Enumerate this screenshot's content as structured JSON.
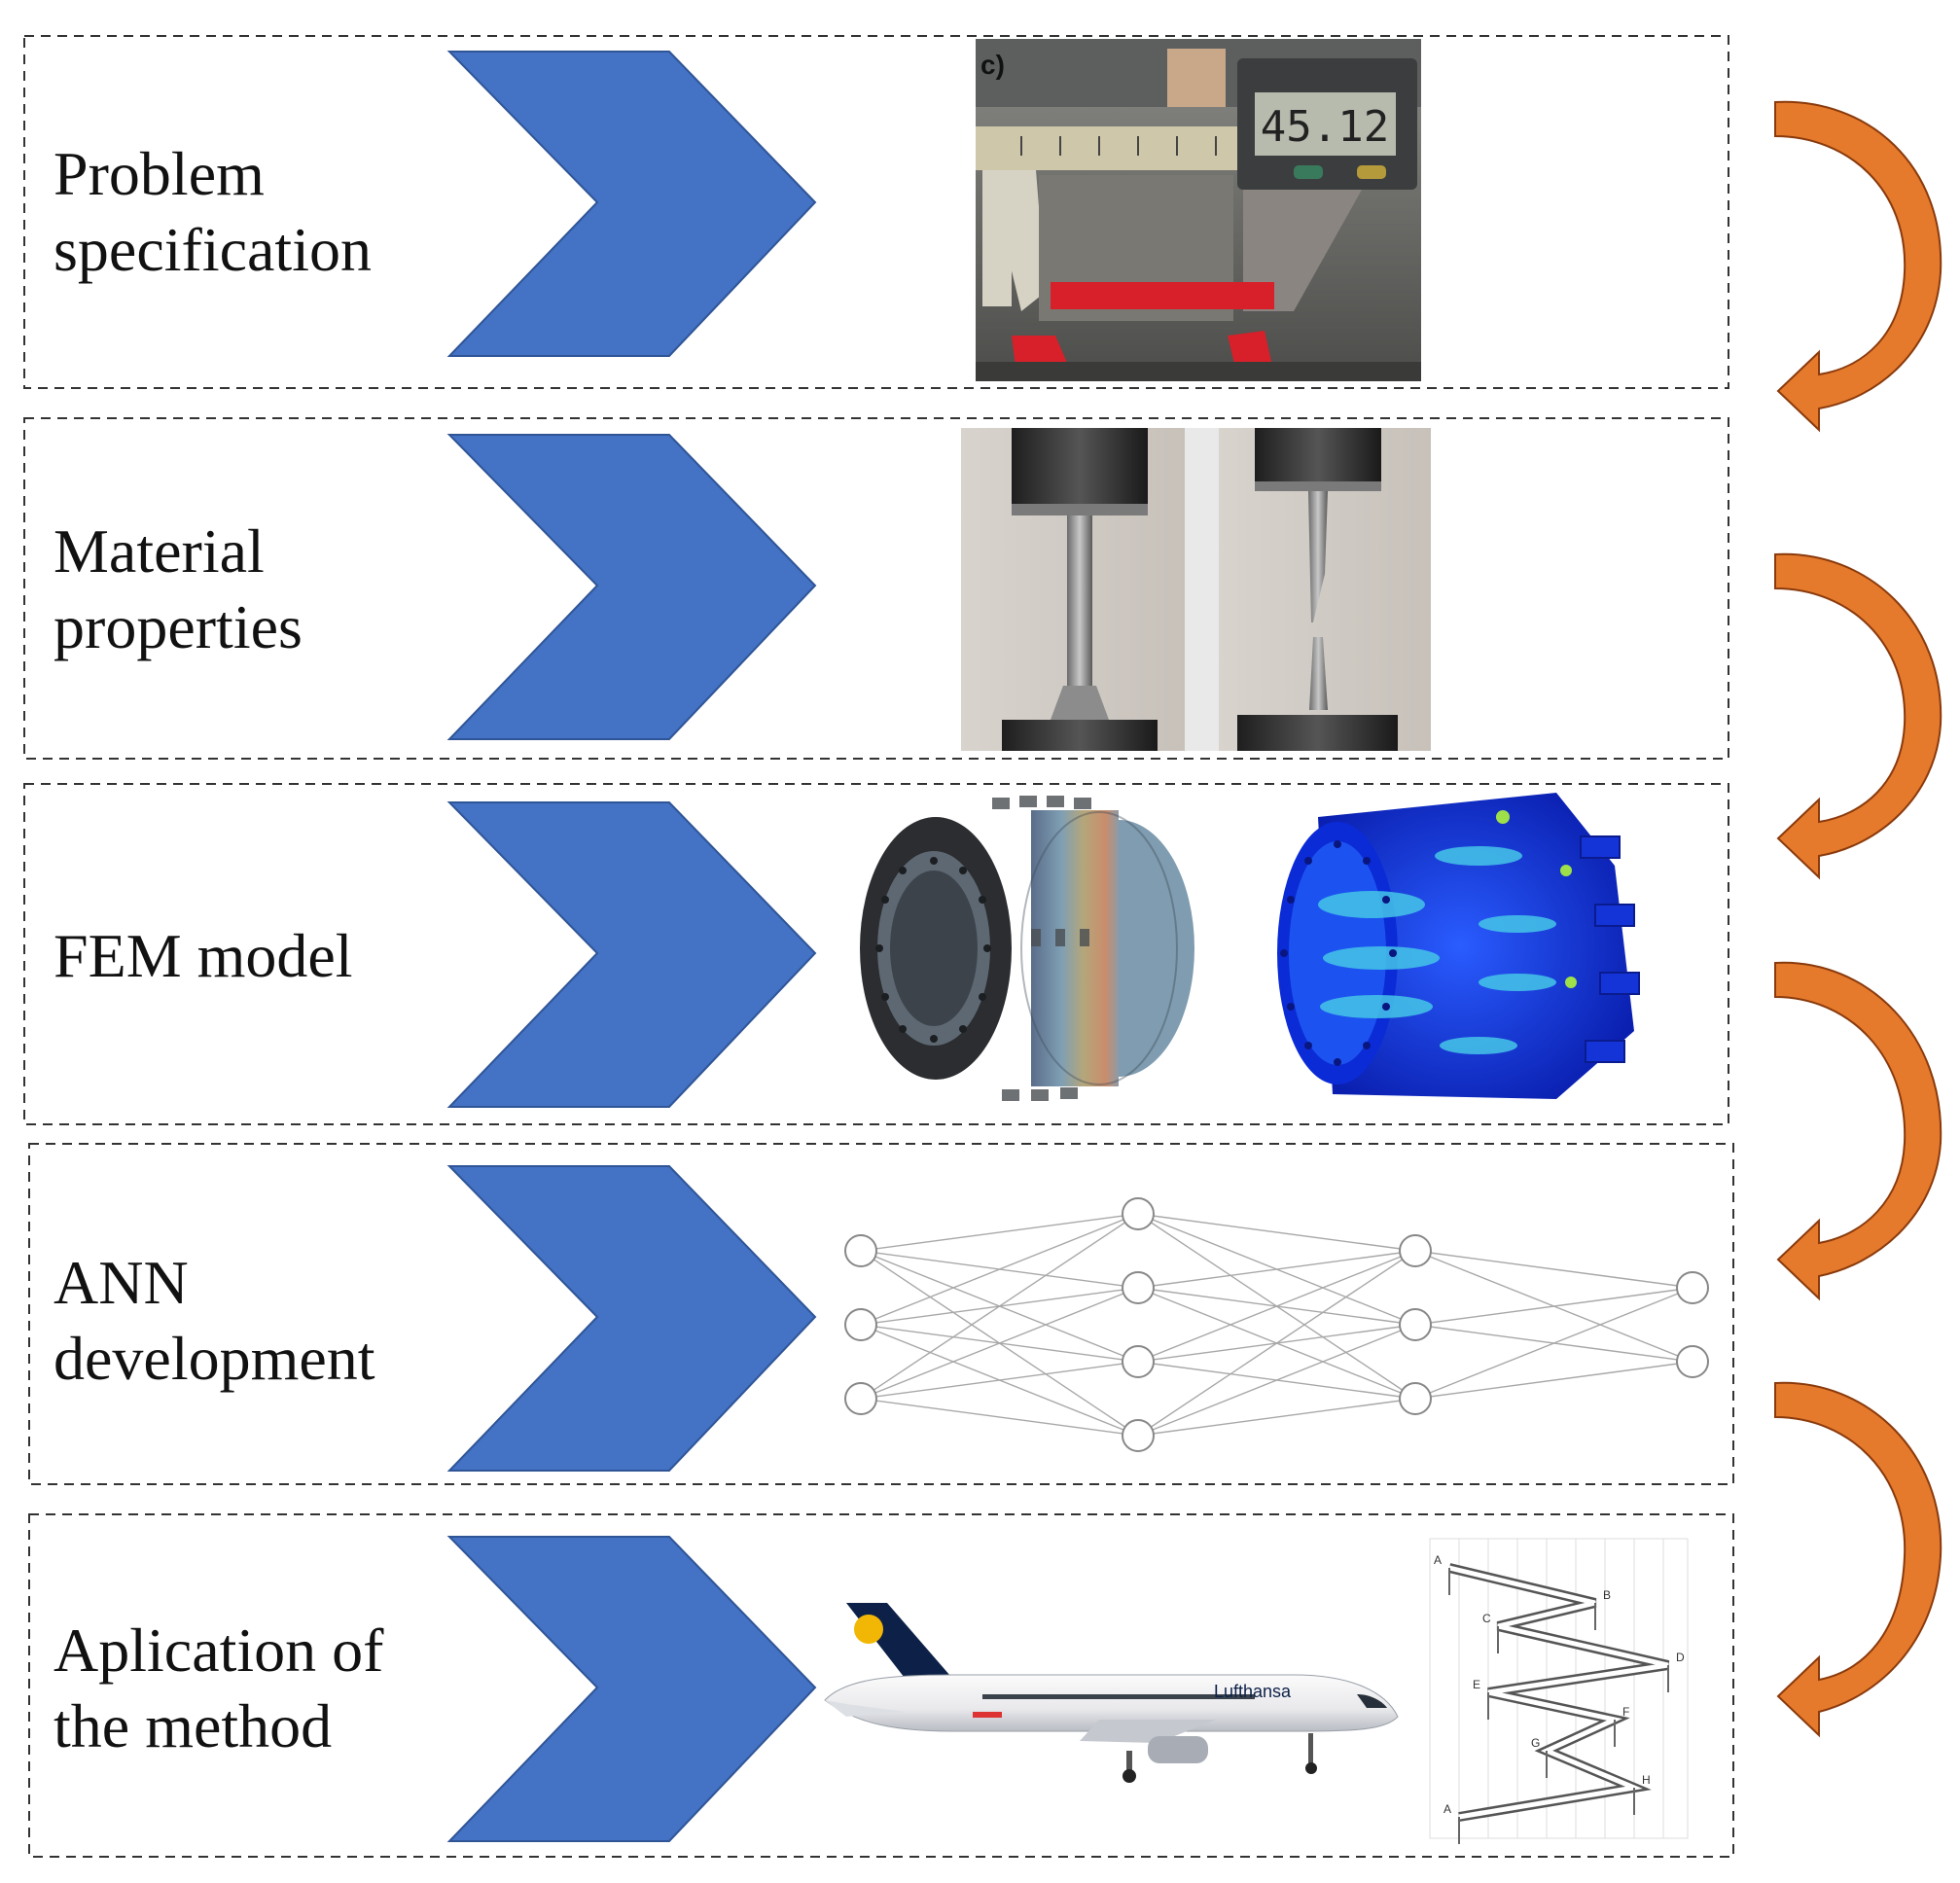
{
  "colors": {
    "chevron": "#4472C4",
    "arrow_fill": "#E57A2C",
    "arrow_stroke": "#8A3A0C",
    "border": "#333333"
  },
  "steps": [
    {
      "label": "Problem\nspecification",
      "image": "caliper-measurement-photo"
    },
    {
      "label": "Material\nproperties",
      "image": "tensile-test-photo"
    },
    {
      "label": "FEM model",
      "image": "fem-model-renders"
    },
    {
      "label": "ANN\ndevelopment",
      "image": "neural-network-diagram"
    },
    {
      "label": "Aplication of\nthe method",
      "image": "aircraft-and-load-path"
    }
  ],
  "photo_text": {
    "panel_letter": "c)",
    "caliper_reading": "45.12",
    "airline_name": "Lufthansa"
  },
  "load_path_points": [
    "A",
    "B",
    "C",
    "D",
    "E",
    "F",
    "G",
    "H",
    "A"
  ],
  "network": {
    "layers": [
      3,
      4,
      3,
      2
    ]
  }
}
